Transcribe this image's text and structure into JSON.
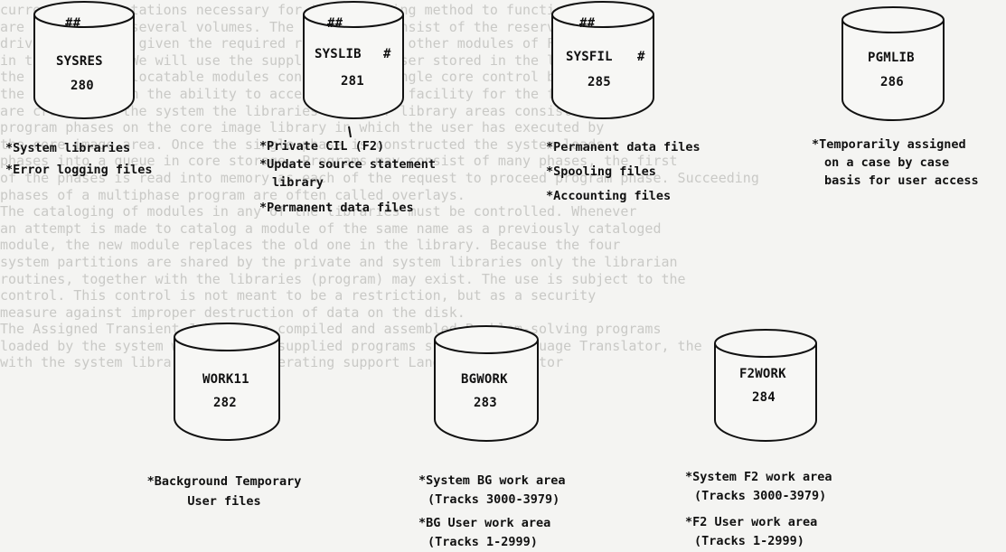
{
  "background_text": [
    "currently the notations necessary for the rerouting method to function properly",
    "are recorded on several volumes. The libraries consist of the reserve",
    "drives are to be given the required residence and other modules of Forecast",
    "in their order. We will use the supplied by the user stored in the library",
    "the user also relocatable modules consist of a single core control block",
    "",
    "the user is given the ability to access the TRANS facility for the following (1)",
    "are created in the system the libraries and user library areas consist of the",
    "program phases on the core image library in which the user has executed by",
    "the core image area. Once the single phase is constructed the system loads",
    "phases into a queue in core storage. Programs may consist of many phases, the first",
    "of the phases is read into memory as each of the request to proceed program phase. Succeeding",
    "phases of a multiphase program are often called overlays.",
    "",
    "The cataloging of modules in any of the libraries must be controlled. Whenever",
    "an attempt is made to catalog a module of the same name as a previously cataloged",
    "module, the new module replaces the old one in the library. Because the four",
    "system partitions are shared by the private and system libraries only the librarian",
    "routines, together with the libraries (program) may exist. The use is subject to the",
    "control. This control is not meant to be a restriction, but as a security",
    "measure against improper destruction of data on the disk.",
    "",
    "The Assigned Transient-Job phases compiled and assembled Problem-solving programs",
    "loaded by the system with the IBM-supplied programs such as a Language Translator, the",
    "with the system library and the Operating support Language Translator"
  ],
  "drums": [
    {
      "id": "sysres",
      "mark": "##",
      "name": "SYSRES",
      "suffix": "",
      "number": "280"
    },
    {
      "id": "syslib",
      "mark": "##",
      "name": "SYSLIB",
      "suffix": "#",
      "number": "281"
    },
    {
      "id": "sysfil",
      "mark": "##",
      "name": "SYSFIL",
      "suffix": "#",
      "number": "285"
    },
    {
      "id": "pgmlib",
      "mark": "",
      "name": "PGMLIB",
      "suffix": "",
      "number": "286"
    },
    {
      "id": "work11",
      "mark": "",
      "name": "WORK11",
      "suffix": "",
      "number": "282"
    },
    {
      "id": "bgwork",
      "mark": "",
      "name": "BGWORK",
      "suffix": "",
      "number": "283"
    },
    {
      "id": "f2work",
      "mark": "",
      "name": "F2WORK",
      "suffix": "",
      "number": "284"
    }
  ],
  "notes": {
    "sysres": [
      "*System libraries",
      "*Error logging files"
    ],
    "syslib": [
      "*Private CIL (F2)",
      "*Update source statement",
      "library",
      "*Permanent data files"
    ],
    "sysfil": [
      "*Permanent data files",
      "*Spooling files",
      "*Accounting files"
    ],
    "pgmlib": [
      "*Temporarily assigned",
      "on a case by case",
      "basis for user access"
    ],
    "work11": [
      "*Background Temporary",
      "User files"
    ],
    "bgwork": [
      "*System BG work area",
      "(Tracks 3000-3979)",
      "*BG User work area",
      "(Tracks 1-2999)"
    ],
    "f2work": [
      "*System F2 work area",
      "(Tracks 3000-3979)",
      "*F2 User work area",
      "(Tracks 1-2999)"
    ]
  }
}
